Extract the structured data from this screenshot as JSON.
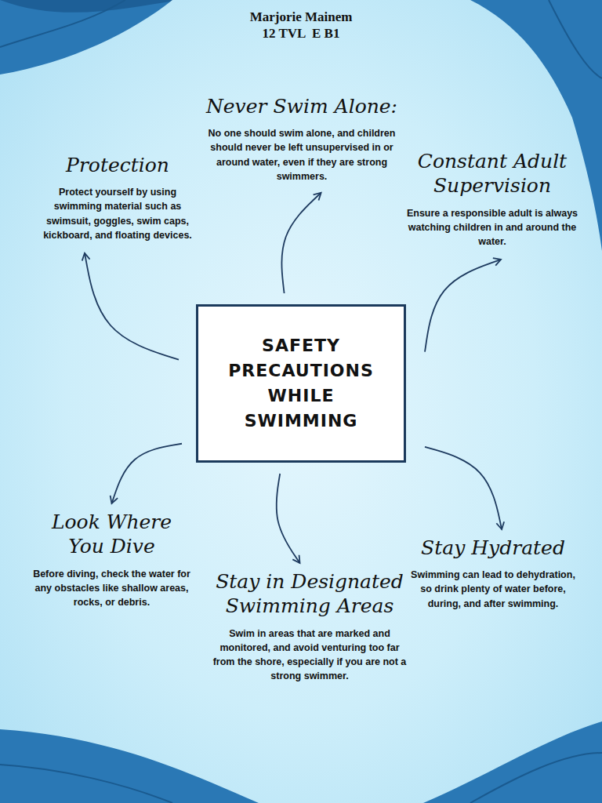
{
  "diagram": {
    "nodes": [
      {
        "text": [
          "Never Swim Alone:",
          "No one should swim alone, and children should never be left unsupervised in or around water, even if they are strong swimmers."
        ]
      },
      {
        "text": [
          "Protection",
          "Protect yourself by using swimming material such as swimsuit, goggles, swim caps, kickboard, and floating devices."
        ]
      },
      {
        "text": [
          "Constant Adult Supervision",
          "Ensure a responsible adult is always watching children in and around the water."
        ]
      },
      {
        "text": [
          "SAFETY PRECAUTIONS WHILE SWIMMING"
        ]
      },
      {
        "text": [
          "Look Where You Dive",
          "Before diving, check the water for any obstacles like shallow areas, rocks, or debris."
        ]
      },
      {
        "text": [
          "Stay in Designated Swimming Areas",
          "Swim in areas that are marked and monitored, and avoid venturing too far from the shore, especially if you are not a strong swimmer."
        ]
      },
      {
        "text": [
          "Stay Hydrated",
          "Swimming can lead to dehydration, so drink plenty of water before, during, and after swimming."
        ]
      }
    ],
    "edges": [
      {
        "from": 3,
        "to": 0,
        "arrow": "to"
      },
      {
        "from": 3,
        "to": 1,
        "arrow": "to"
      },
      {
        "from": 3,
        "to": 2,
        "arrow": "to"
      },
      {
        "from": 3,
        "to": 4,
        "arrow": "to"
      },
      {
        "from": 3,
        "to": 5,
        "arrow": "to"
      },
      {
        "from": 3,
        "to": 6,
        "arrow": "to"
      }
    ],
    "labels": [
      "Marjorie Mainem",
      "12 TVL  E B1"
    ]
  }
}
